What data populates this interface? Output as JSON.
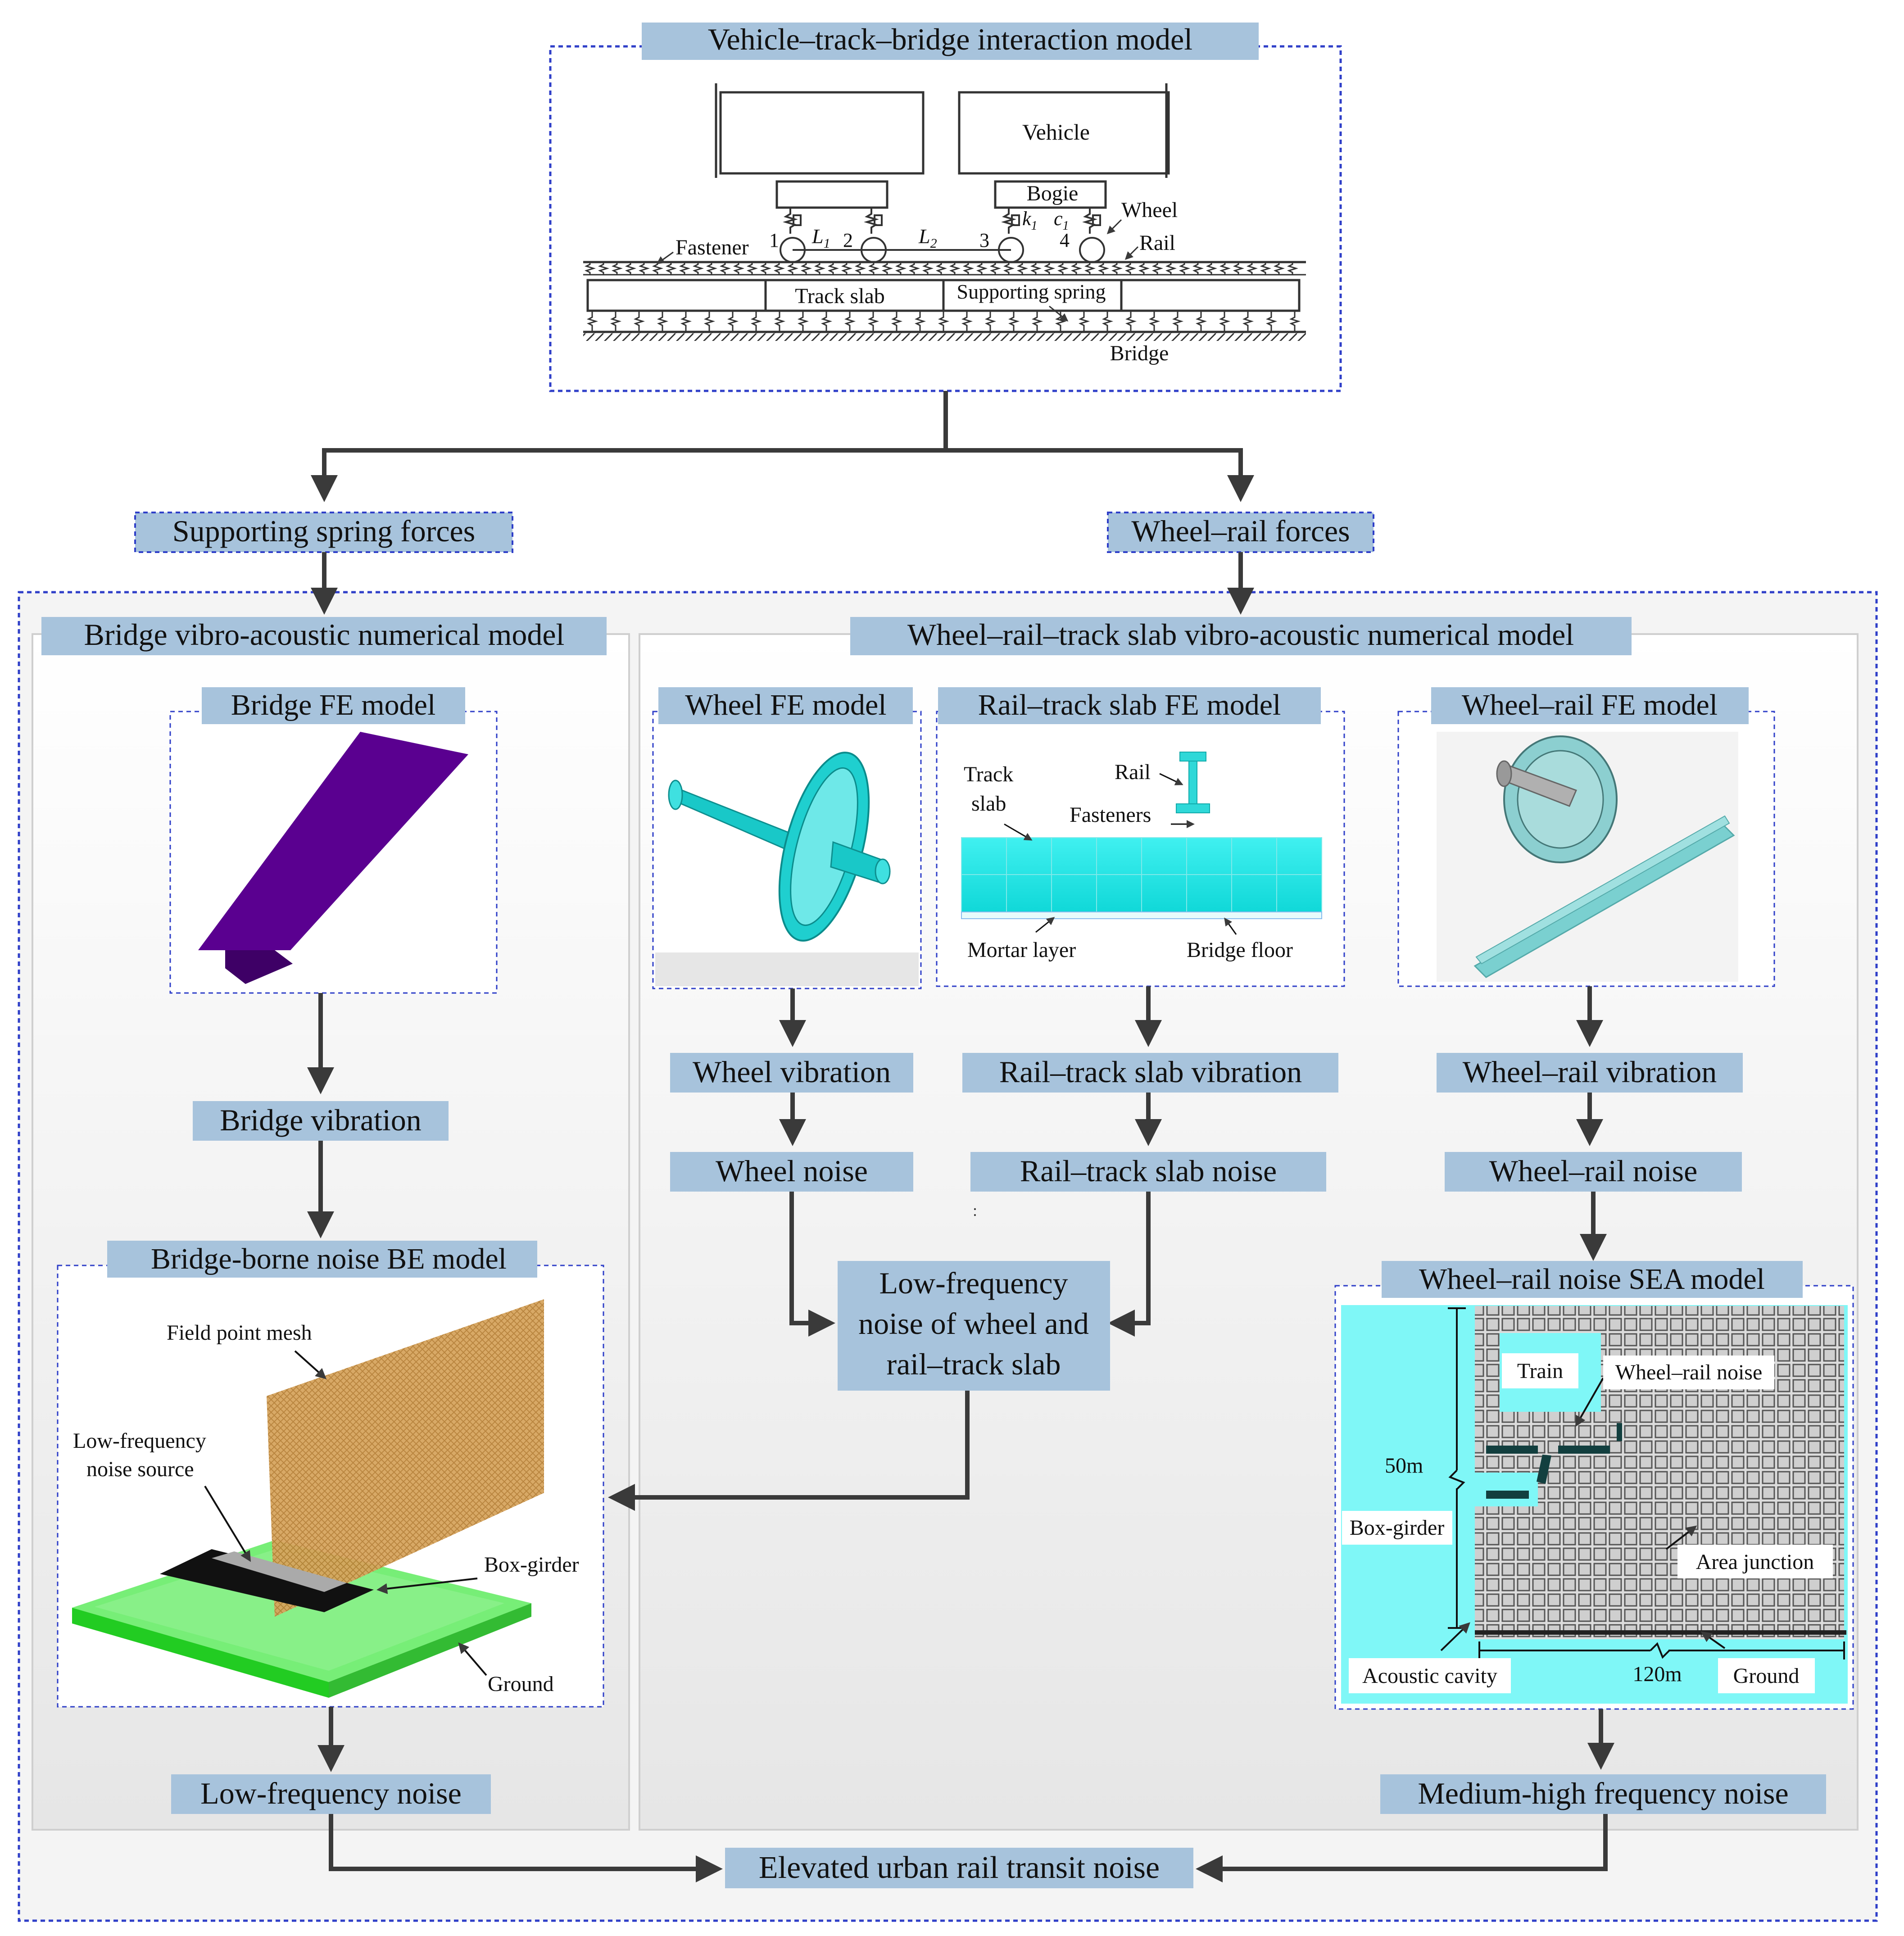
{
  "colors": {
    "label_fill": "#a7c3dc",
    "dashed_border": "#2f3fc8",
    "arrow": "#3a3a3a",
    "cyan_model": "#19d3d3",
    "purple_bridge": "#5a0090",
    "acoustic_cavity": "#7ff7f7",
    "mesh_orange": "#d9a35a",
    "ground_green": "#44dd44"
  },
  "top_model": {
    "title": "Vehicle–track–bridge interaction model",
    "labels": {
      "vehicle": "Vehicle",
      "bogie": "Bogie",
      "wheel": "Wheel",
      "rail": "Rail",
      "fastener": "Fastener",
      "track_slab": "Track slab",
      "supporting_spring": "Supporting spring",
      "bridge": "Bridge",
      "n1": "1",
      "n2": "2",
      "n3": "3",
      "n4": "4",
      "L": "L",
      "L_sub1": "1",
      "L_sub2": "2",
      "k": "k",
      "k_sub": "1",
      "c": "c",
      "c_sub": "1"
    }
  },
  "forces": {
    "left": "Supporting spring forces",
    "right": "Wheel–rail forces"
  },
  "bridge_panel": {
    "title": "Bridge vibro-acoustic numerical model",
    "fe_title": "Bridge FE model",
    "vibration": "Bridge vibration",
    "be_title": "Bridge-borne noise BE model",
    "be_labels": {
      "field_point_mesh": "Field point mesh",
      "lf_source_1": "Low-frequency",
      "lf_source_2": "noise source",
      "box_girder": "Box-girder",
      "ground": "Ground"
    },
    "output": "Low-frequency noise"
  },
  "wheel_panel": {
    "title": "Wheel–rail–track slab vibro-acoustic numerical model",
    "wheel_fe": "Wheel FE model",
    "rail_slab_fe": "Rail–track slab FE model",
    "wheel_rail_fe": "Wheel–rail FE model",
    "rail_slab_labels": {
      "track": "Track",
      "slab": "slab",
      "rail": "Rail",
      "fasteners": "Fasteners",
      "mortar_layer": "Mortar layer",
      "bridge_floor": "Bridge floor"
    },
    "wheel_vibration": "Wheel vibration",
    "rail_slab_vibration": "Rail–track slab vibration",
    "wheel_rail_vibration": "Wheel–rail vibration",
    "wheel_noise": "Wheel noise",
    "rail_slab_noise": "Rail–track slab noise",
    "wheel_rail_noise": "Wheel–rail noise",
    "lf_combined": [
      "Low-frequency",
      "noise of wheel and",
      "rail–track slab"
    ],
    "stray_mark": ":",
    "sea_title": "Wheel–rail noise SEA model",
    "sea_labels": {
      "train": "Train",
      "wheel_rail_noise": "Wheel–rail noise",
      "dim_50m": "50m",
      "box_girder": "Box-girder",
      "area_junction": "Area junction",
      "acoustic_cavity": "Acoustic cavity",
      "dim_120m": "120m",
      "ground": "Ground"
    },
    "output": "Medium-high frequency noise"
  },
  "final": "Elevated urban rail transit noise"
}
